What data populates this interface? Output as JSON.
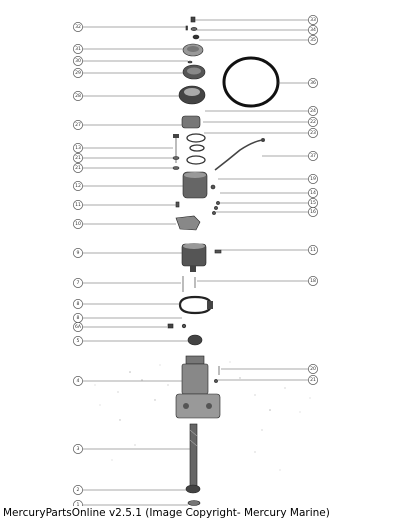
{
  "footer": {
    "caption": "MercuryPartsOnline v2.5.1 (Image Copyright- Mercury Marine)"
  },
  "callouts_left": [
    {
      "ref": "32"
    },
    {
      "ref": "31"
    },
    {
      "ref": "30"
    },
    {
      "ref": "29"
    },
    {
      "ref": "28"
    },
    {
      "ref": "27"
    },
    {
      "ref": "13"
    },
    {
      "ref": "21"
    },
    {
      "ref": "21"
    },
    {
      "ref": "12"
    },
    {
      "ref": "11"
    },
    {
      "ref": "10"
    },
    {
      "ref": "9"
    },
    {
      "ref": "7"
    },
    {
      "ref": "8"
    },
    {
      "ref": "8"
    },
    {
      "ref": "6A"
    },
    {
      "ref": "5"
    },
    {
      "ref": "4"
    },
    {
      "ref": "3"
    },
    {
      "ref": "2"
    },
    {
      "ref": "1"
    }
  ],
  "callouts_right": [
    {
      "ref": "33"
    },
    {
      "ref": "34"
    },
    {
      "ref": "35"
    },
    {
      "ref": "36"
    },
    {
      "ref": "24"
    },
    {
      "ref": "22"
    },
    {
      "ref": "23"
    },
    {
      "ref": "37"
    },
    {
      "ref": "19"
    },
    {
      "ref": "14"
    },
    {
      "ref": "15"
    },
    {
      "ref": "16"
    },
    {
      "ref": "11"
    },
    {
      "ref": "18"
    },
    {
      "ref": "20"
    },
    {
      "ref": "21"
    }
  ]
}
